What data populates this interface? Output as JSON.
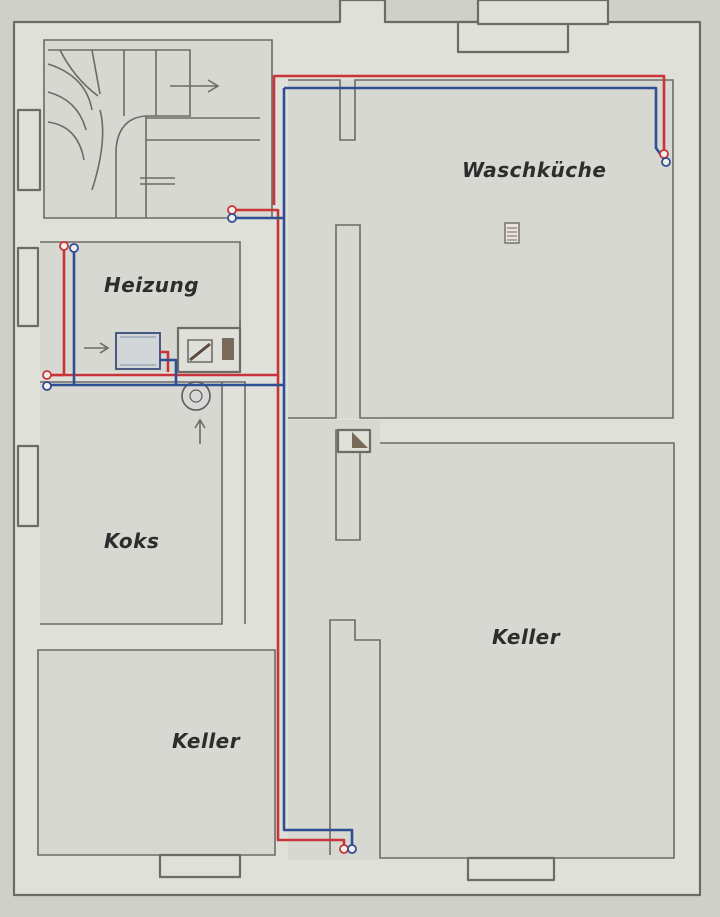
{
  "rooms": {
    "waschkueche": "Waschküche",
    "heizung": "Heizung",
    "koks": "Koks",
    "keller_left": "Keller",
    "keller_right": "Keller"
  },
  "colors": {
    "supply_pipe": "#c8343a",
    "return_pipe": "#2f4f95",
    "wall_line": "#6e6a66",
    "paper": "#dfe0d9"
  },
  "icons": [
    "staircase-icon",
    "boiler-icon",
    "pump-icon",
    "valve-icon",
    "vent-icon",
    "chimney-icon",
    "arrow-icon"
  ]
}
